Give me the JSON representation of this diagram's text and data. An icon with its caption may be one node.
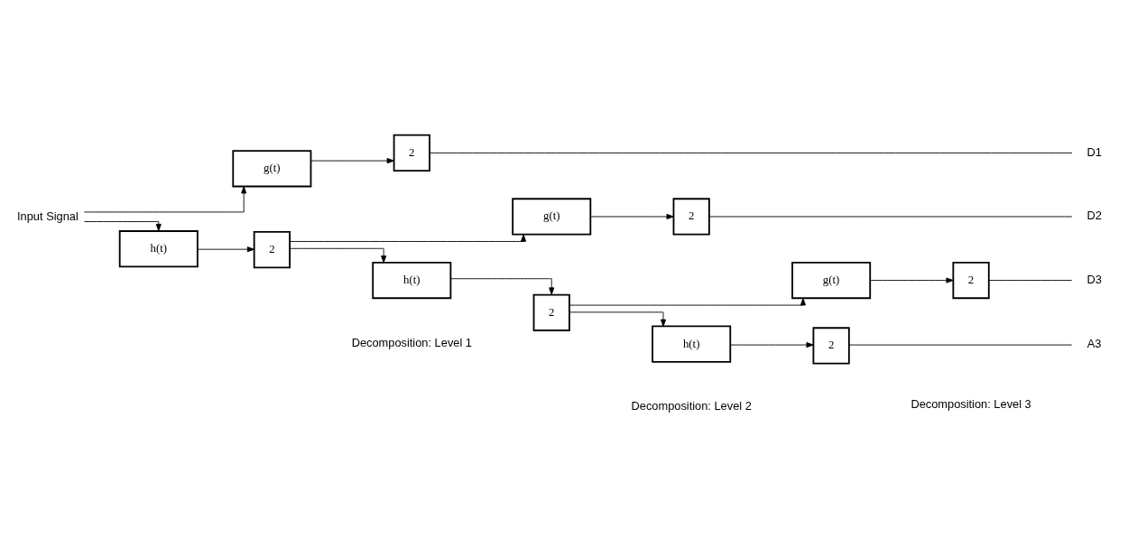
{
  "diagram": {
    "nodes": [
      {
        "text": [
          "Input Signal"
        ]
      },
      {
        "text": [
          "g(t)"
        ]
      },
      {
        "text": [
          "2"
        ]
      },
      {
        "text": [
          "h(t)"
        ]
      },
      {
        "text": [
          "2"
        ]
      },
      {
        "text": [
          "g(t)"
        ]
      },
      {
        "text": [
          "2"
        ]
      },
      {
        "text": [
          "h(t)"
        ]
      },
      {
        "text": [
          "2"
        ]
      },
      {
        "text": [
          "g(t)"
        ]
      },
      {
        "text": [
          "2"
        ]
      },
      {
        "text": [
          "h(t)"
        ]
      },
      {
        "text": [
          "2"
        ]
      },
      {
        "text": [
          "D1"
        ]
      },
      {
        "text": [
          "D2"
        ]
      },
      {
        "text": [
          "D3"
        ]
      },
      {
        "text": [
          "A3"
        ]
      }
    ],
    "edges": [
      {
        "from": 0,
        "to": 1,
        "arrow": "to"
      },
      {
        "from": 0,
        "to": 3,
        "arrow": "to"
      },
      {
        "from": 1,
        "to": 2,
        "arrow": "to"
      },
      {
        "from": 3,
        "to": 4,
        "arrow": "to"
      },
      {
        "from": 2,
        "to": 13,
        "arrow": "none"
      },
      {
        "from": 4,
        "to": 5,
        "arrow": "to"
      },
      {
        "from": 4,
        "to": 7,
        "arrow": "to"
      },
      {
        "from": 5,
        "to": 6,
        "arrow": "to"
      },
      {
        "from": 7,
        "to": 8,
        "arrow": "to"
      },
      {
        "from": 6,
        "to": 14,
        "arrow": "none"
      },
      {
        "from": 8,
        "to": 9,
        "arrow": "to"
      },
      {
        "from": 8,
        "to": 11,
        "arrow": "to"
      },
      {
        "from": 9,
        "to": 10,
        "arrow": "to"
      },
      {
        "from": 11,
        "to": 12,
        "arrow": "to"
      },
      {
        "from": 10,
        "to": 15,
        "arrow": "none"
      },
      {
        "from": 12,
        "to": 16,
        "arrow": "none"
      }
    ],
    "labels": [
      "Decomposition: Level 1",
      "Decomposition: Level 2",
      "Decomposition: Level 3"
    ]
  }
}
